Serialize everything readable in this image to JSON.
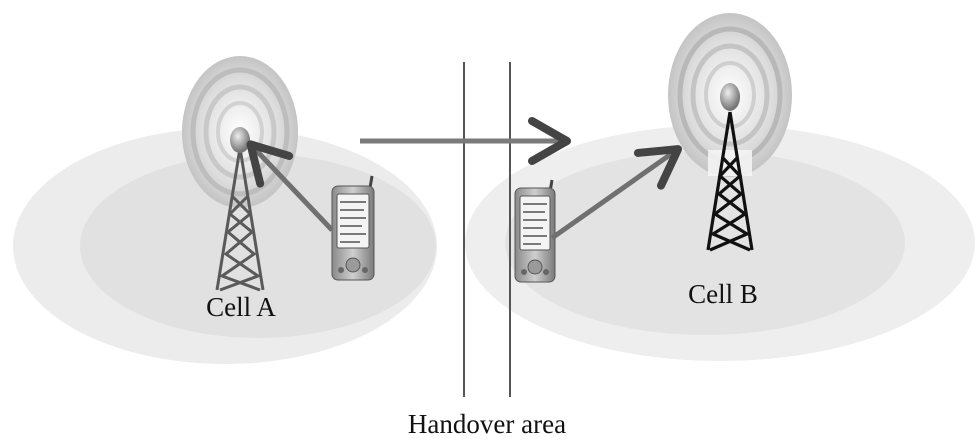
{
  "labels": {
    "cell_a": "Cell A",
    "cell_b": "Cell B",
    "handover_area": "Handover area"
  },
  "colors": {
    "cell_outer": "#ececec",
    "cell_inner": "#e2e2e2",
    "arrow": "#6a6a6a",
    "tower_a": "#5a5a5a",
    "tower_b": "#111111",
    "handover_lines": "#555555"
  },
  "icons": {
    "tower": "antenna-tower-icon",
    "mobile": "pda-phone-icon"
  }
}
